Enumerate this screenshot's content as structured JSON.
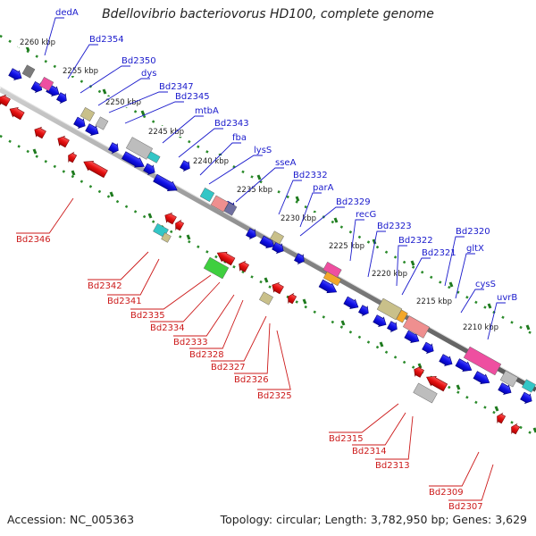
{
  "title": "Bdellovibrio bacteriovorus HD100, complete genome",
  "footer": {
    "accession": "Accession: NC_005363",
    "topology": "Topology: circular; Length: 3,782,950 bp; Genes: 3,629"
  },
  "colors": {
    "forward_strand": "#1010e6",
    "reverse_strand": "#e61010",
    "forward_label": "#1a1acc",
    "reverse_label": "#cc1a1a",
    "backbone": "#8a8a8a",
    "tick_dots": "#2a8a2a",
    "domain_khaki": "#c9c08a",
    "domain_grey": "#bdbdbd",
    "domain_pink": "#ee4fa0",
    "domain_salmon": "#ef8f8f",
    "domain_teal": "#33c6c6",
    "domain_green": "#3fcf3f",
    "domain_orange": "#f2a72a",
    "domain_slate": "#6f6fa0"
  },
  "scale_labels": [
    "2260 kbp",
    "2255 kbp",
    "2250 kbp",
    "2245 kbp",
    "2240 kbp",
    "2235 kbp",
    "2230 kbp",
    "2225 kbp",
    "2220 kbp",
    "2215 kbp",
    "2210 kbp"
  ],
  "forward_gene_labels": [
    "dedA",
    "Bd2354",
    "Bd2350",
    "dys",
    "Bd2347",
    "Bd2345",
    "mtbA",
    "Bd2343",
    "fba",
    "lysS",
    "sseA",
    "Bd2332",
    "parA",
    "Bd2329",
    "recG",
    "Bd2323",
    "Bd2322",
    "Bd2321",
    "Bd2320",
    "gltX",
    "cysS",
    "uvrB"
  ],
  "reverse_gene_labels": [
    "Bd2346",
    "Bd2342",
    "Bd2341",
    "Bd2335",
    "Bd2334",
    "Bd2333",
    "Bd2328",
    "Bd2327",
    "Bd2326",
    "Bd2325",
    "Bd2315",
    "Bd2314",
    "Bd2313",
    "Bd2309",
    "Bd2307"
  ]
}
